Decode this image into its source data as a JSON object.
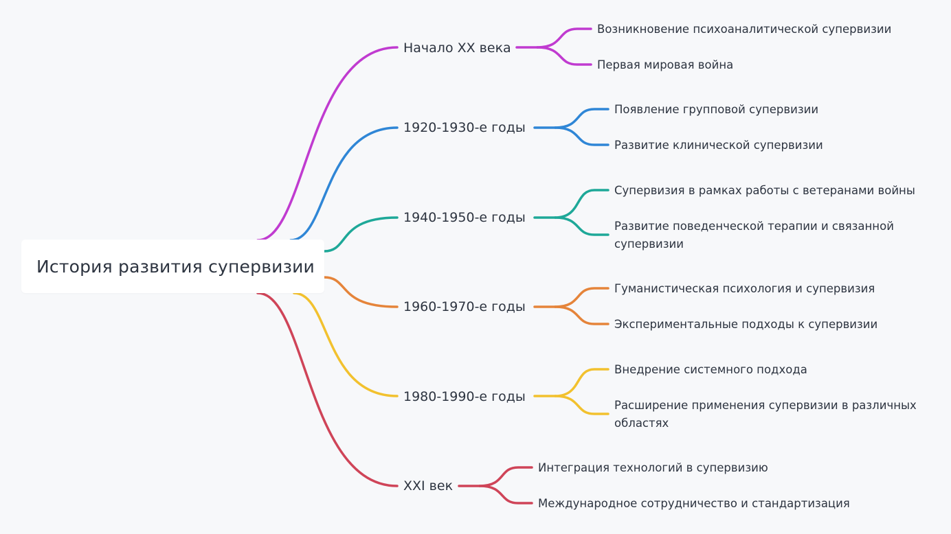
{
  "root": {
    "title": "История развития супервизии"
  },
  "branches": [
    {
      "label": "Начало XX века",
      "color": "#c03bd0",
      "children": [
        "Возникновение психоаналитической супервизии",
        "Первая мировая война"
      ]
    },
    {
      "label": "1920-1930-е годы",
      "color": "#2f86d6",
      "children": [
        "Появление групповой супервизии",
        "Развитие клинической супервизии"
      ]
    },
    {
      "label": "1940-1950-е годы",
      "color": "#1ea898",
      "children": [
        "Супервизия в рамках работы с ветеранами войны",
        "Развитие поведенческой терапии и связанной супервизии"
      ]
    },
    {
      "label": "1960-1970-е годы",
      "color": "#e5843a",
      "children": [
        "Гуманистическая психология и супервизия",
        "Экспериментальные подходы к супервизии"
      ]
    },
    {
      "label": "1980-1990-е годы",
      "color": "#f2c12e",
      "children": [
        "Внедрение системного подхода",
        "Расширение применения супервизии в различных областях"
      ]
    },
    {
      "label": "XXI век",
      "color": "#cf4458",
      "children": [
        "Интеграция технологий в супервизию",
        "Международное сотрудничество и стандартизация"
      ]
    }
  ]
}
